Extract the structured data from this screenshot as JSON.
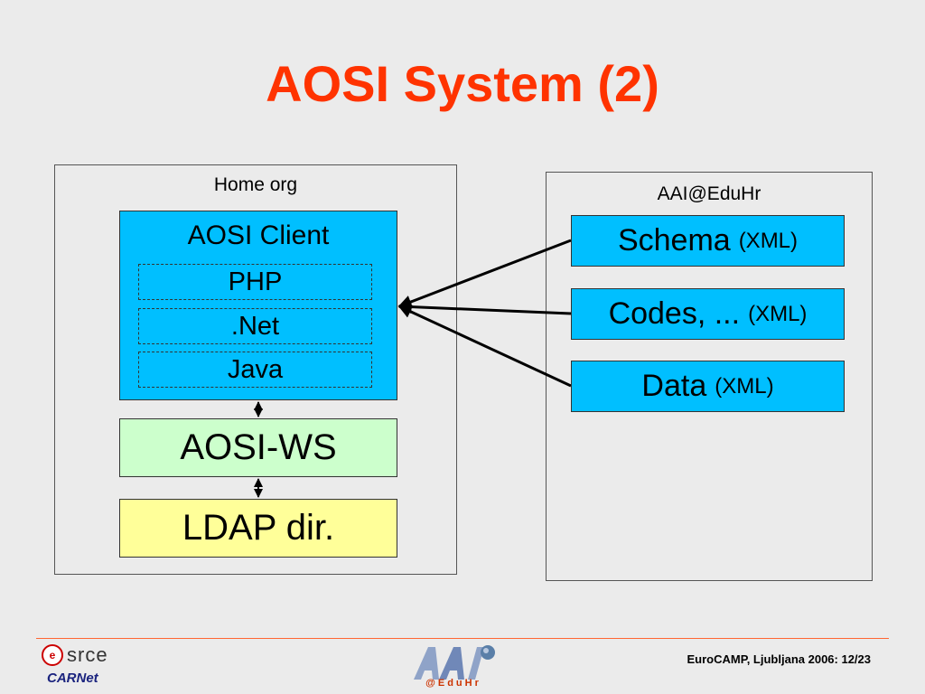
{
  "title": "AOSI System (2)",
  "home_org": {
    "label": "Home org",
    "client": {
      "title": "AOSI Client",
      "items": [
        "PHP",
        ".Net",
        "Java"
      ]
    },
    "ws_label": "AOSI-WS",
    "ldap_label": "LDAP dir."
  },
  "aai": {
    "label": "AAI@EduHr",
    "boxes": [
      {
        "name": "Schema",
        "suffix": "(XML)"
      },
      {
        "name": "Codes, ...",
        "suffix": "(XML)"
      },
      {
        "name": "Data",
        "suffix": "(XML)"
      }
    ]
  },
  "footer": {
    "left_logo_text": "srce",
    "carnet_text": "CARNet",
    "center_logo_text": "@EduHr",
    "right_text": "EuroCAMP, Ljubljana 2006: 12/23"
  },
  "colors": {
    "title": "#ff3300",
    "client_box": "#00bfff",
    "ws_box": "#ccffcc",
    "ldap_box": "#ffff99"
  }
}
